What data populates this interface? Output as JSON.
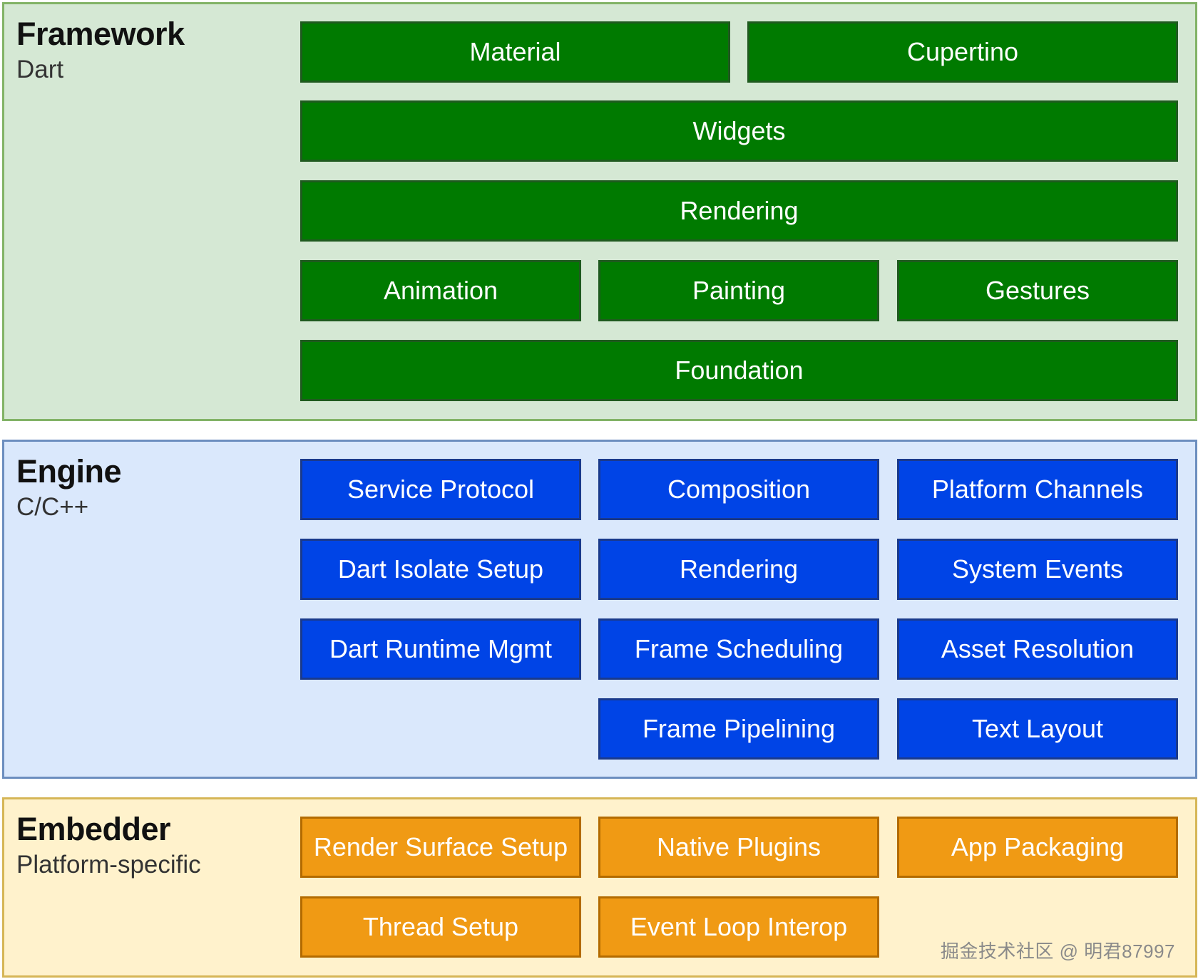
{
  "framework": {
    "title": "Framework",
    "subtitle": "Dart",
    "blocks": {
      "material": "Material",
      "cupertino": "Cupertino",
      "widgets": "Widgets",
      "rendering": "Rendering",
      "animation": "Animation",
      "painting": "Painting",
      "gestures": "Gestures",
      "foundation": "Foundation"
    }
  },
  "engine": {
    "title": "Engine",
    "subtitle": "C/C++",
    "blocks": {
      "service_protocol": "Service Protocol",
      "composition": "Composition",
      "platform_channels": "Platform Channels",
      "dart_isolate_setup": "Dart Isolate Setup",
      "rendering": "Rendering",
      "system_events": "System Events",
      "dart_runtime_mgmt": "Dart Runtime Mgmt",
      "frame_scheduling": "Frame Scheduling",
      "asset_resolution": "Asset Resolution",
      "frame_pipelining": "Frame Pipelining",
      "text_layout": "Text Layout"
    }
  },
  "embedder": {
    "title": "Embedder",
    "subtitle": "Platform-specific",
    "blocks": {
      "render_surface_setup": "Render Surface Setup",
      "native_plugins": "Native Plugins",
      "app_packaging": "App Packaging",
      "thread_setup": "Thread Setup",
      "event_loop_interop": "Event Loop Interop"
    }
  },
  "watermark": "掘金技术社区 @ 明君87997",
  "colors": {
    "framework_bg": "#d5e8d4",
    "framework_block": "#007a00",
    "engine_bg": "#dae8fc",
    "engine_block": "#0044e6",
    "embedder_bg": "#fff2cc",
    "embedder_block": "#f09a14"
  }
}
